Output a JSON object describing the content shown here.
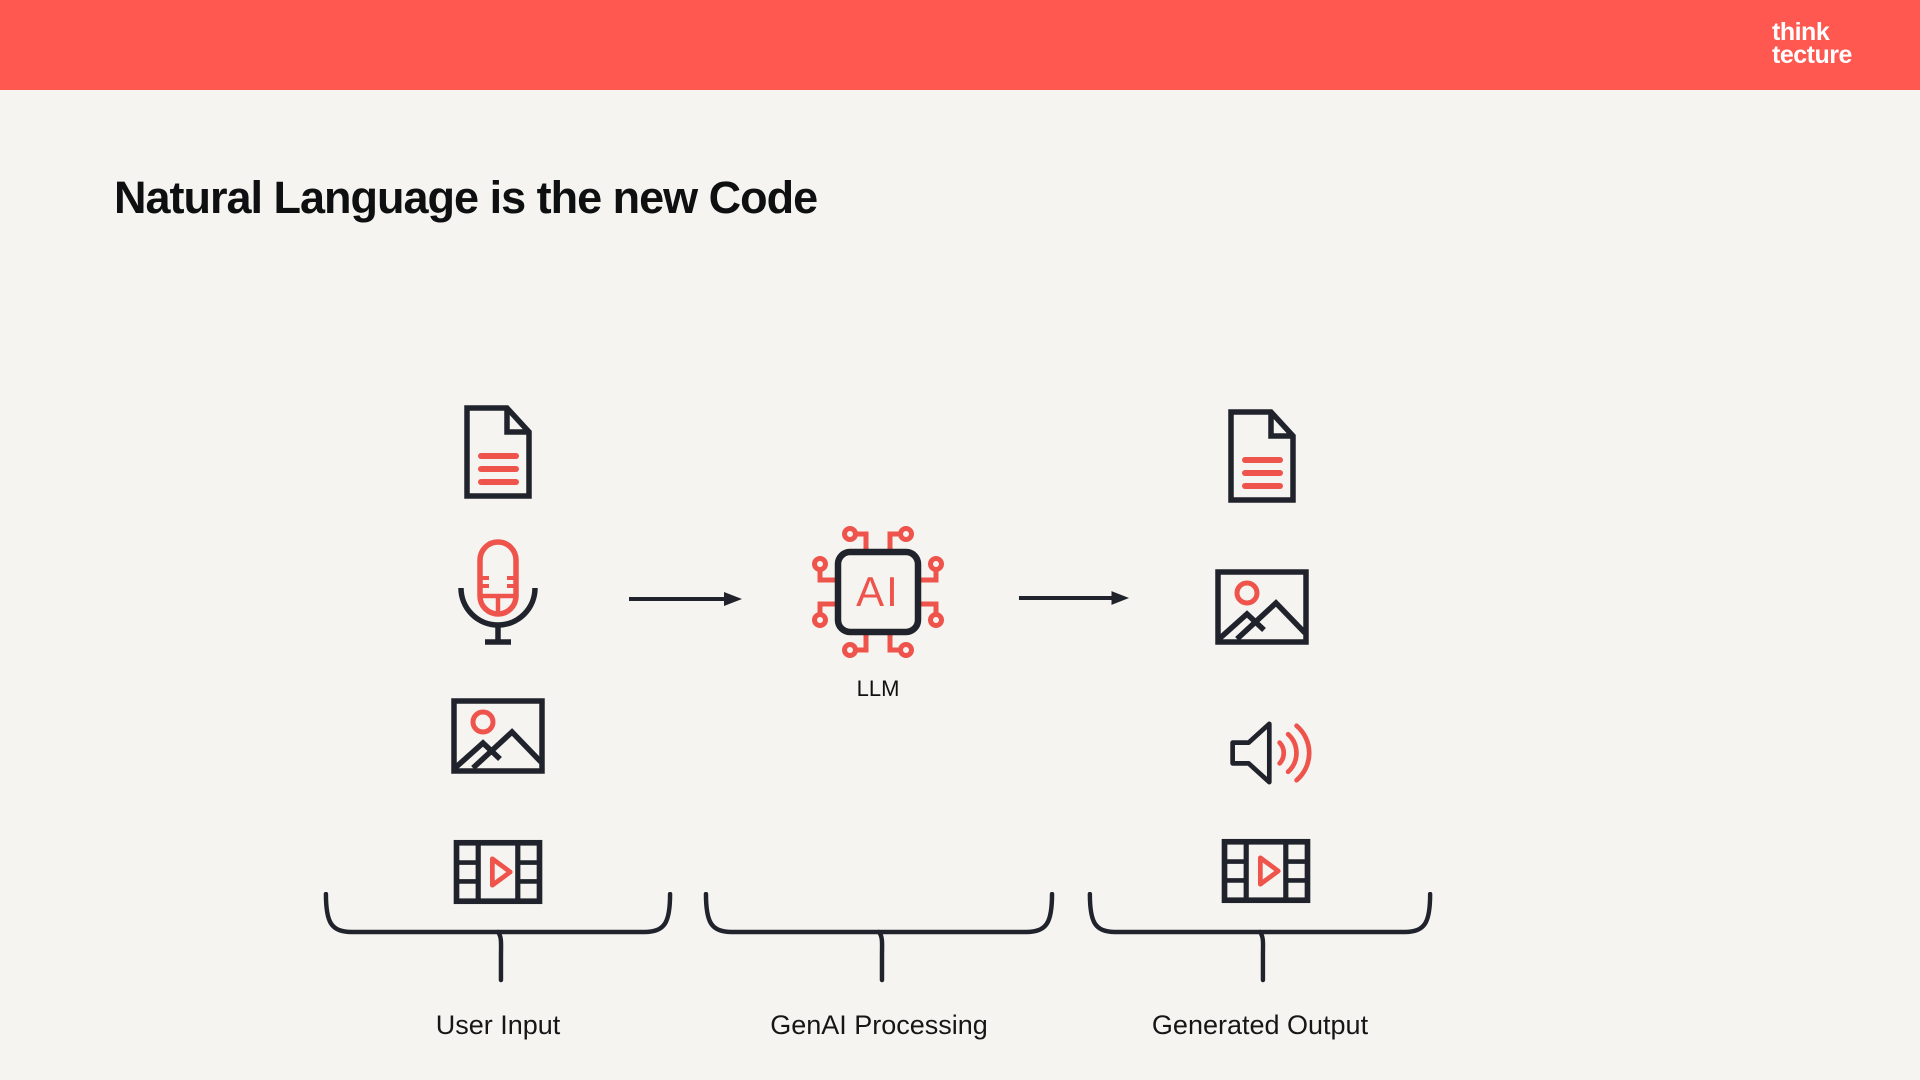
{
  "header": {
    "logo_line1": "think",
    "logo_line2": "tecture"
  },
  "slide": {
    "title": "Natural Language is the new Code"
  },
  "diagram": {
    "llm_label": "LLM",
    "input_group": {
      "label": "User Input",
      "icons": [
        "document-icon",
        "microphone-icon",
        "image-icon",
        "video-icon"
      ]
    },
    "processing_group": {
      "label": "GenAI Processing",
      "icons": [
        "ai-chip-icon"
      ]
    },
    "output_group": {
      "label": "Generated Output",
      "icons": [
        "document-icon",
        "image-icon",
        "speaker-icon",
        "video-icon"
      ]
    }
  },
  "colors": {
    "header_red": "#FF5851",
    "accent_red": "#EE544C",
    "ink": "#20232B",
    "background": "#F6F4F1",
    "logo_white": "#FFFFFF",
    "title_color": "#0E0F10"
  }
}
